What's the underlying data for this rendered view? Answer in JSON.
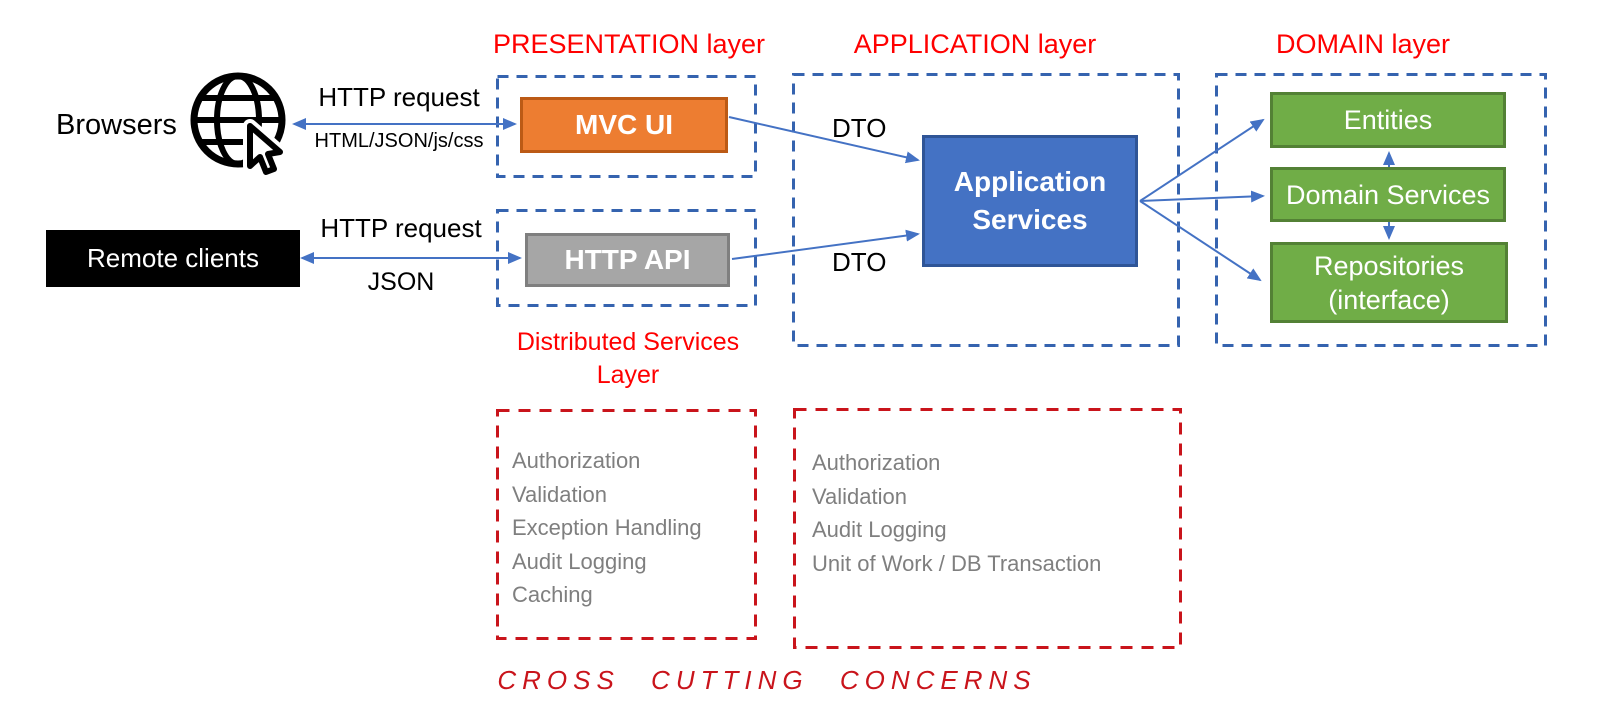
{
  "colors": {
    "label_red": "#FF0000",
    "dark_red": "#C9141B",
    "dashed_blue": "#3563AF",
    "arrow_blue": "#4472C4",
    "orange_fill": "#ED7D31",
    "orange_border": "#BC5A15",
    "gray_fill": "#A6A6A6",
    "gray_border": "#7F7F7F",
    "blue_fill": "#4472C4",
    "blue_border": "#2F5597",
    "green_fill": "#70AD47",
    "green_border": "#538135",
    "concern_gray": "#7F7F7F"
  },
  "layers": {
    "presentation": "PRESENTATION layer",
    "application": "APPLICATION layer",
    "domain": "DOMAIN layer",
    "distributed_line1": "Distributed Services",
    "distributed_line2": "Layer"
  },
  "clients": {
    "browsers": "Browsers",
    "remote_clients": "Remote clients"
  },
  "connections": {
    "http_request_top": "HTTP request",
    "http_response_top": "HTML/JSON/js/css",
    "http_request_bottom": "HTTP request",
    "http_response_bottom": "JSON",
    "dto_top": "DTO",
    "dto_bottom": "DTO"
  },
  "components": {
    "mvc_ui": "MVC UI",
    "http_api": "HTTP API",
    "application_services_line1": "Application",
    "application_services_line2": "Services",
    "entities": "Entities",
    "domain_services": "Domain Services",
    "repositories_line1": "Repositories",
    "repositories_line2": "(interface)"
  },
  "cross_cutting": {
    "title": "CROSS CUTTING CONCERNS",
    "left_concerns": [
      "Authorization",
      "Validation",
      "Exception Handling",
      "Audit Logging",
      "Caching"
    ],
    "right_concerns": [
      "Authorization",
      "Validation",
      "Audit Logging",
      "Unit of Work / DB Transaction"
    ]
  }
}
